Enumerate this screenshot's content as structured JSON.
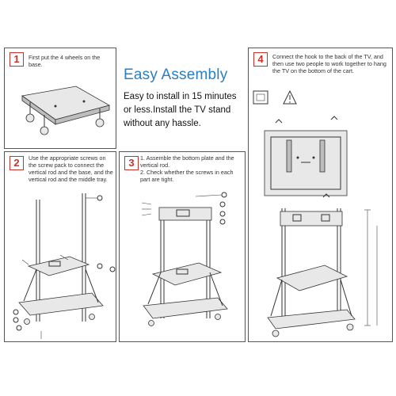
{
  "center": {
    "title": "Easy Assembly",
    "desc": "Easy to install in 15 minutes or less.Install the TV stand without any hassle."
  },
  "steps": [
    {
      "number": "1",
      "text": "First put the 4 wheels on the base."
    },
    {
      "number": "2",
      "text": "Use the appropriate screws on the screw pack to connect the vertical rod and the base, and the vertical rod and the middle tray."
    },
    {
      "number": "3",
      "items": [
        "1. Assemble the bottom plate and the vertical rod.",
        "2. Check whether the screws in each part are tight."
      ]
    },
    {
      "number": "4",
      "text": "Connect the hook to the back of the TV, and then use two people to work together to hang the TV on the bottom of the cart."
    }
  ],
  "colors": {
    "accent_red": "#c8312a",
    "title_blue": "#2a7fc0"
  },
  "icons": [
    "tv-mount-icon",
    "warning-icon"
  ]
}
